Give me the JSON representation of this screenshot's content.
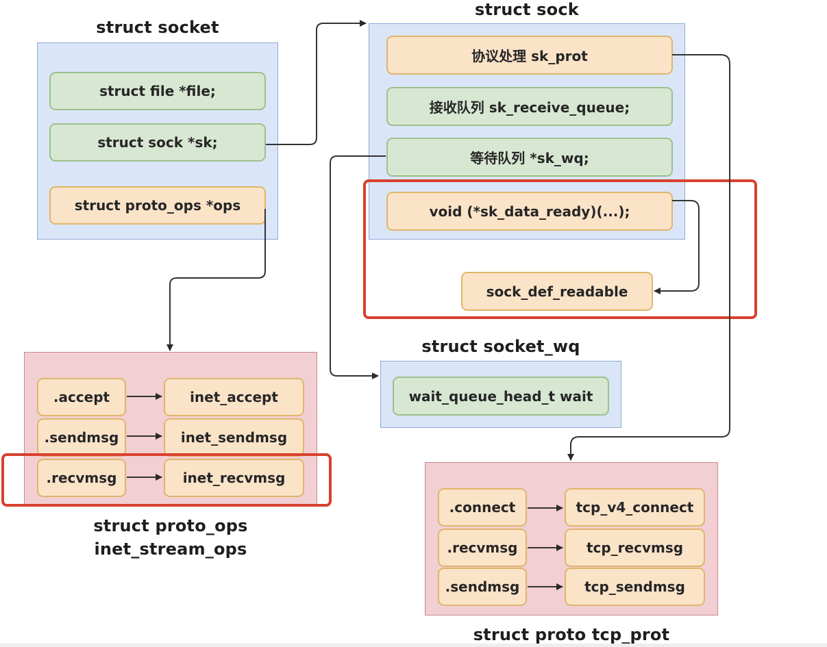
{
  "struct_socket": {
    "title": "struct socket",
    "fields": [
      "struct file *file;",
      "struct sock *sk;",
      "struct proto_ops *ops"
    ]
  },
  "struct_sock": {
    "title": "struct sock",
    "fields": [
      "协议处理 sk_prot",
      "接收队列 sk_receive_queue;",
      "等待队列 *sk_wq;",
      "void  (*sk_data_ready)(...);"
    ],
    "callback_target": "sock_def_readable"
  },
  "struct_socket_wq": {
    "title": "struct socket_wq",
    "fields": [
      "wait_queue_head_t wait"
    ]
  },
  "proto_ops": {
    "title_line1": "struct proto_ops",
    "title_line2": "inet_stream_ops",
    "mappings": [
      {
        "op": ".accept",
        "impl": "inet_accept"
      },
      {
        "op": ".sendmsg",
        "impl": "inet_sendmsg"
      },
      {
        "op": ".recvmsg",
        "impl": "inet_recvmsg"
      }
    ]
  },
  "tcp_prot": {
    "title": "struct proto tcp_prot",
    "mappings": [
      {
        "op": ".connect",
        "impl": "tcp_v4_connect"
      },
      {
        "op": ".recvmsg",
        "impl": "tcp_recvmsg"
      },
      {
        "op": ".sendmsg",
        "impl": "tcp_sendmsg"
      }
    ]
  },
  "colors": {
    "container_blue": "#dae6f8",
    "container_pink": "#f2cfd2",
    "field_green": "#d8e7d2",
    "field_orange": "#fbe3c8",
    "highlight_red": "#d9402e",
    "connector": "#333333"
  }
}
